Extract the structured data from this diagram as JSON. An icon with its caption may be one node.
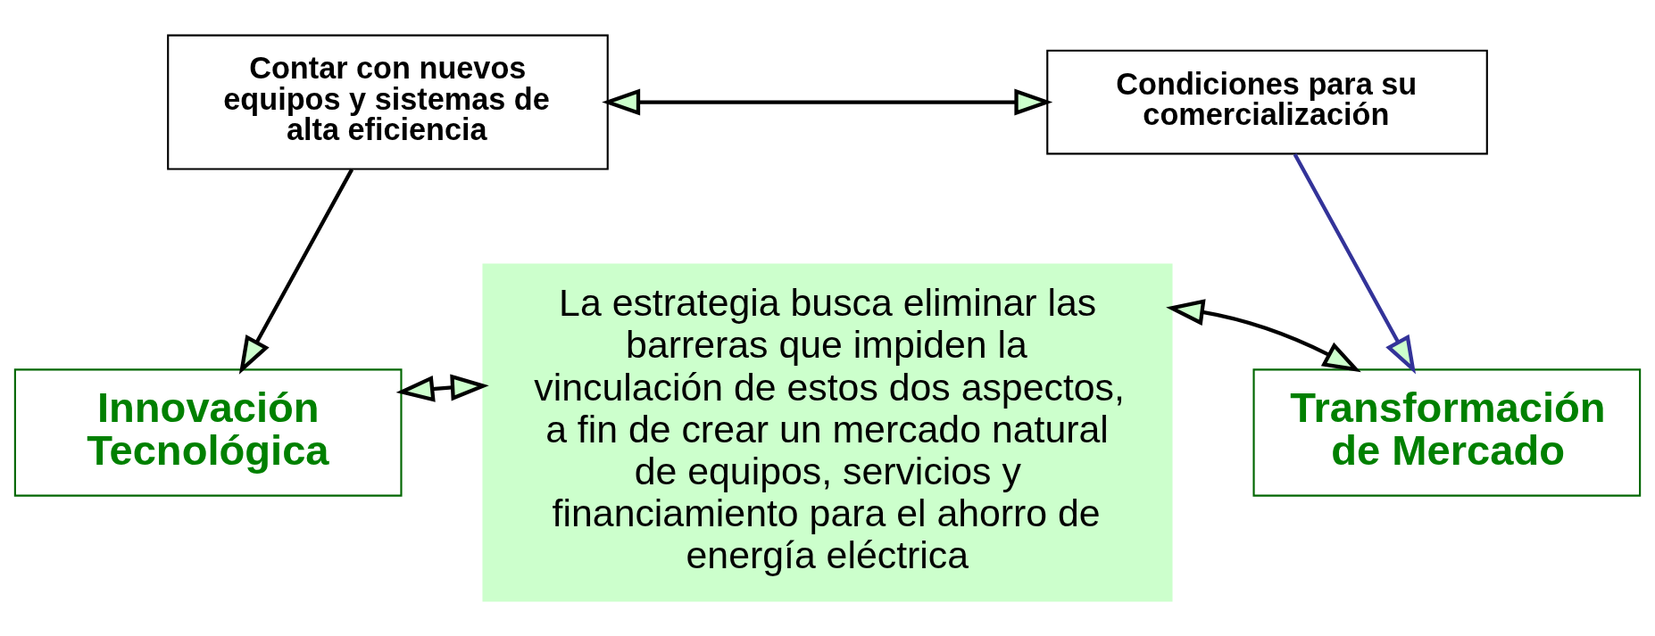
{
  "diagram": {
    "nodes": [
      {
        "text": [
          "Contar con nuevos equipos y sistemas de alta eficiencia"
        ]
      },
      {
        "text": [
          "Condiciones para su comercialización"
        ]
      },
      {
        "text": [
          "Innovación Tecnológica"
        ]
      },
      {
        "text": [
          "La estrategia busca eliminar las barreras que impiden la vinculación de estos dos aspectos, a fin de crear un mercado natural de equipos, servicios y financiamiento para el ahorro de energía eléctrica"
        ]
      },
      {
        "text": [
          "Transformación de Mercado"
        ]
      }
    ],
    "edges": [
      {
        "from": 0,
        "to": 1,
        "arrow": "both"
      },
      {
        "from": 0,
        "to": 2,
        "arrow": "to"
      },
      {
        "from": 1,
        "to": 4,
        "arrow": "to",
        "color": "#333399"
      },
      {
        "from": 2,
        "to": 3,
        "arrow": "both"
      },
      {
        "from": 4,
        "to": 3,
        "arrow": "both"
      }
    ]
  }
}
